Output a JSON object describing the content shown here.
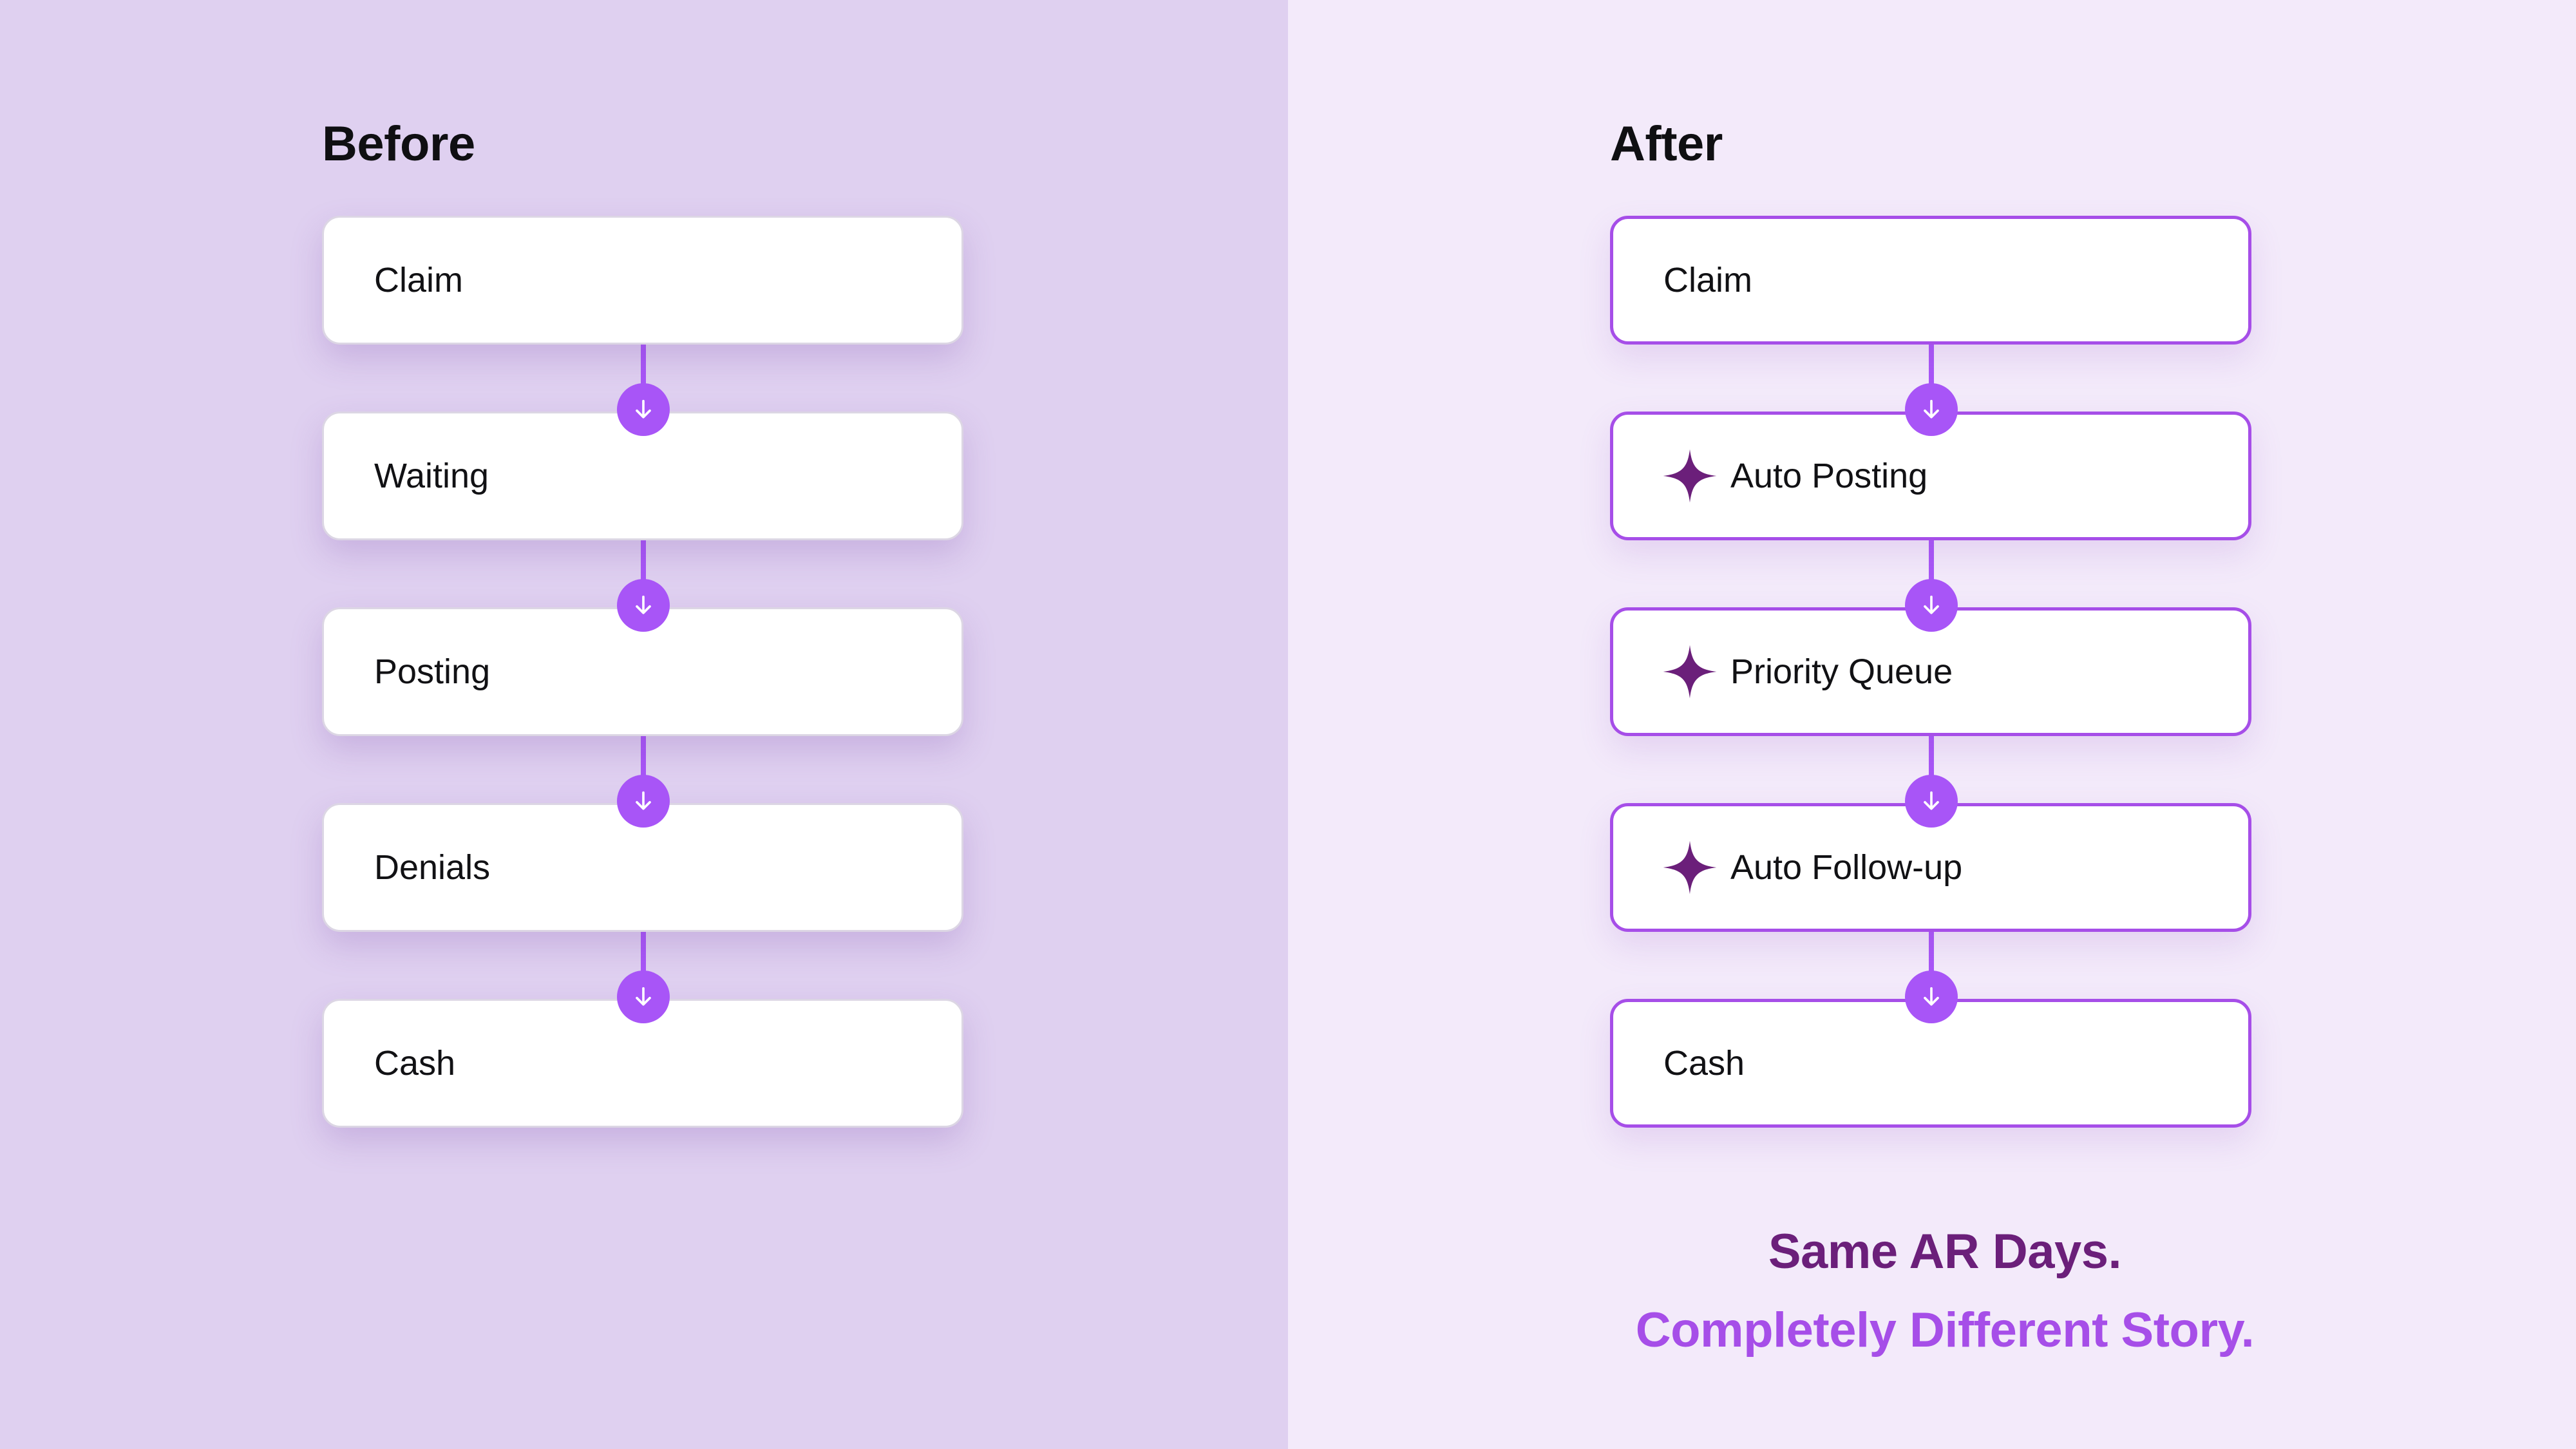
{
  "before": {
    "title": "Before",
    "steps": [
      "Claim",
      "Waiting",
      "Posting",
      "Denials",
      "Cash"
    ]
  },
  "after": {
    "title": "After",
    "steps": [
      {
        "label": "Claim",
        "icon": null
      },
      {
        "label": "Auto Posting",
        "icon": "sparkle-icon"
      },
      {
        "label": "Priority Queue",
        "icon": "sparkle-icon"
      },
      {
        "label": "Auto Follow-up",
        "icon": "sparkle-icon"
      },
      {
        "label": "Cash",
        "icon": null
      }
    ]
  },
  "tagline": {
    "line1": "Same AR Days.",
    "line2": "Completely Different Story."
  },
  "colors": {
    "left_bg": "#dfd0f0",
    "right_bg": "#f3eafa",
    "accent": "#a855f7",
    "accent_border": "#a64ee8",
    "dark_purple": "#6b1f7a"
  }
}
